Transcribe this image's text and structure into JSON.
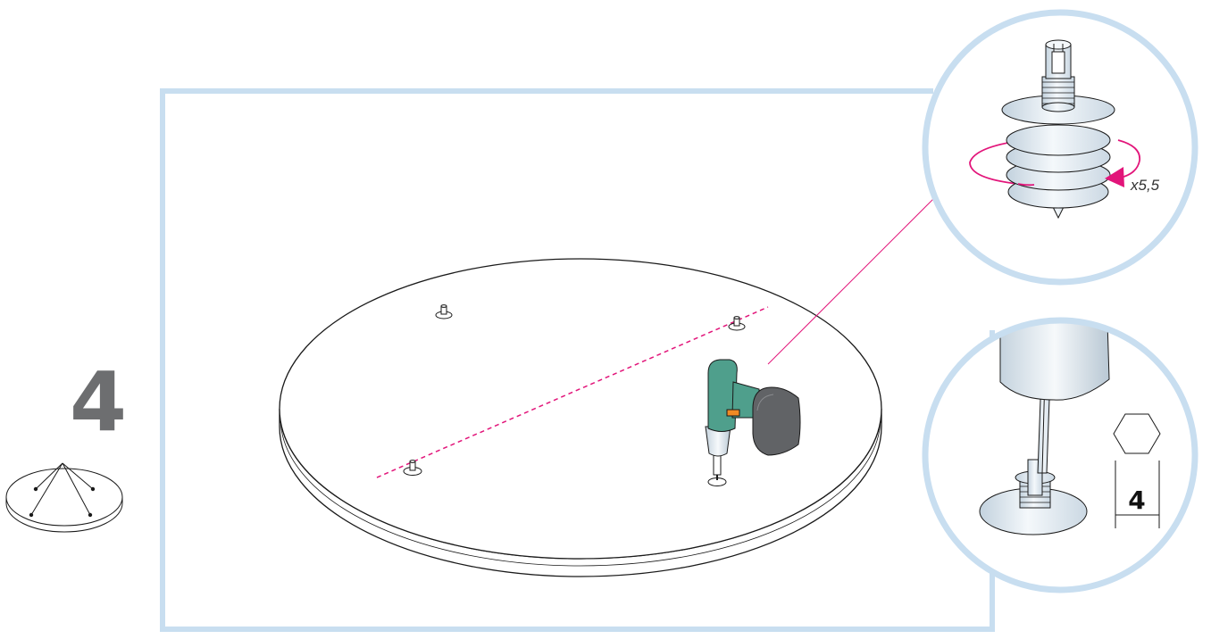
{
  "step": {
    "number": "4"
  },
  "detail_top": {
    "rotation_label": "x5,5"
  },
  "detail_bottom": {
    "hex_key_size": "4"
  },
  "colors": {
    "frame": "#c8def0",
    "guide_pink": "#e2157a",
    "drill_body": "#4f9f8c",
    "drill_battery": "#616366",
    "drill_accent": "#f08a24",
    "part_fill": "#e6edf3",
    "line": "#1a1a1a"
  },
  "icons": [
    "table-top-icon",
    "drill-icon",
    "hex-key-icon",
    "rotation-arrow-icon"
  ]
}
